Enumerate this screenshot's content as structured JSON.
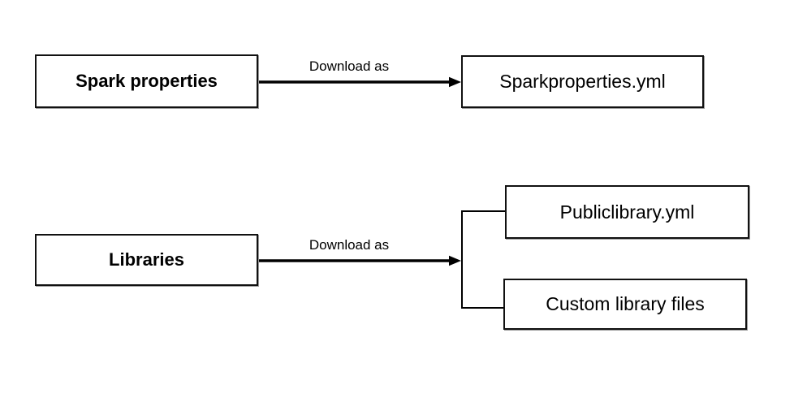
{
  "diagram": {
    "colors": {
      "background": "#ffffff",
      "line": "#000000",
      "border": "#111111",
      "text": "#000000"
    },
    "nodes": {
      "spark_properties": {
        "label": "Spark properties",
        "emphasis": "bold"
      },
      "sparkproperties_yml": {
        "label": "Sparkproperties.yml",
        "emphasis": "normal"
      },
      "libraries": {
        "label": "Libraries",
        "emphasis": "bold"
      },
      "publiclibrary_yml": {
        "label": "Publiclibrary.yml",
        "emphasis": "normal"
      },
      "custom_library_files": {
        "label": "Custom library files",
        "emphasis": "normal"
      }
    },
    "edges": [
      {
        "from": "spark_properties",
        "to": "sparkproperties_yml",
        "label": "Download as"
      },
      {
        "from": "libraries",
        "to": "publiclibrary_yml, custom_library_files",
        "label": "Download as"
      }
    ]
  }
}
